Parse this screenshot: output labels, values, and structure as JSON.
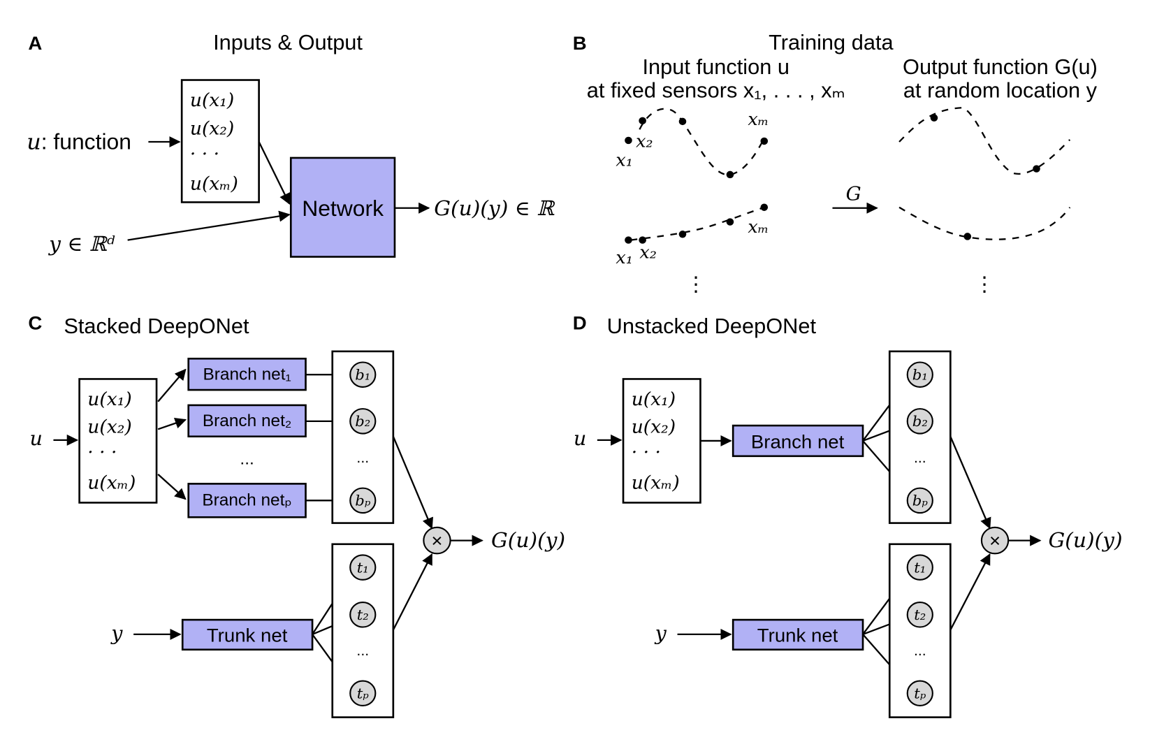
{
  "panelA": {
    "letter": "A",
    "title": "Inputs & Output",
    "input_label_var": "u",
    "input_label_text": ": function",
    "sensor_values": [
      "u(x₁)",
      "u(x₂)",
      "· · ·",
      "u(xₘ)"
    ],
    "y_label": "y ∈ ℝᵈ",
    "network_label": "Network",
    "output_label": "G(u)(y) ∈ ℝ"
  },
  "panelB": {
    "letter": "B",
    "title": "Training data",
    "input_heading_1": "Input function u",
    "input_heading_2": "at fixed sensors x₁, . . . , xₘ",
    "output_heading_1": "Output function G(u)",
    "output_heading_2": "at random location y",
    "operator_label": "G",
    "point_labels": {
      "x1": "x₁",
      "x2": "x₂",
      "xm": "xₘ"
    },
    "vdots": "⋮"
  },
  "panelC": {
    "letter": "C",
    "title": "Stacked DeepONet",
    "input_var": "u",
    "sensor_values": [
      "u(x₁)",
      "u(x₂)",
      "· · ·",
      "u(xₘ)"
    ],
    "branch_nets": [
      "Branch net₁",
      "Branch net₂",
      "Branch netₚ"
    ],
    "branch_ellipsis": "...",
    "branch_outputs": [
      "b₁",
      "b₂",
      "...",
      "bₚ"
    ],
    "trunk_input": "y",
    "trunk_net": "Trunk net",
    "trunk_outputs": [
      "t₁",
      "t₂",
      "...",
      "tₚ"
    ],
    "product_symbol": "×",
    "output_label": "G(u)(y)"
  },
  "panelD": {
    "letter": "D",
    "title": "Unstacked DeepONet",
    "input_var": "u",
    "sensor_values": [
      "u(x₁)",
      "u(x₂)",
      "· · ·",
      "u(xₘ)"
    ],
    "branch_net": "Branch net",
    "branch_outputs": [
      "b₁",
      "b₂",
      "...",
      "bₚ"
    ],
    "trunk_input": "y",
    "trunk_net": "Trunk net",
    "trunk_outputs": [
      "t₁",
      "t₂",
      "...",
      "tₚ"
    ],
    "product_symbol": "×",
    "output_label": "G(u)(y)"
  },
  "colors": {
    "network_fill": "#b1b1f5",
    "node_fill": "#d8d8d8",
    "line": "#000000"
  }
}
